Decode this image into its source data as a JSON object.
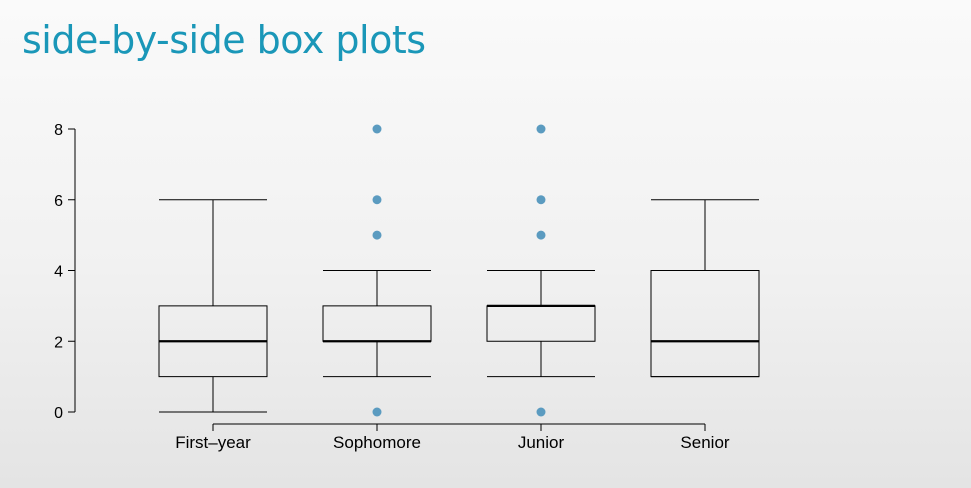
{
  "slide": {
    "title": "side-by-side box plots"
  },
  "chart_data": {
    "type": "box",
    "title": "",
    "xlabel": "",
    "ylabel": "",
    "ylim": [
      0,
      8
    ],
    "yticks": [
      0,
      2,
      4,
      6,
      8
    ],
    "grid": false,
    "categories": [
      "First–year",
      "Sophomore",
      "Junior",
      "Senior"
    ],
    "series": [
      {
        "category": "First–year",
        "whisker_low": 0,
        "q1": 1,
        "median": 2,
        "q3": 3,
        "whisker_high": 6,
        "outliers": []
      },
      {
        "category": "Sophomore",
        "whisker_low": 1,
        "q1": 2,
        "median": 2,
        "q3": 3,
        "whisker_high": 4,
        "outliers": [
          0,
          5,
          6,
          8
        ]
      },
      {
        "category": "Junior",
        "whisker_low": 1,
        "q1": 2,
        "median": 3,
        "q3": 3,
        "whisker_high": 4,
        "outliers": [
          0,
          5,
          6,
          8
        ]
      },
      {
        "category": "Senior",
        "whisker_low": 1,
        "q1": 1,
        "median": 2,
        "q3": 4,
        "whisker_high": 6,
        "outliers": []
      }
    ],
    "colors": {
      "box": "#000000",
      "outlier": "#5b9bc0",
      "title": "#1a97b8"
    }
  }
}
